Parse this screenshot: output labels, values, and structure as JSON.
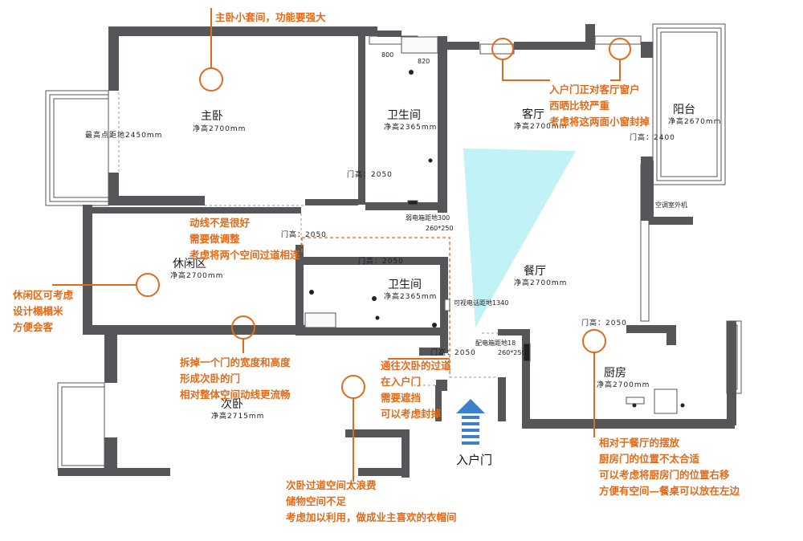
{
  "colors": {
    "wall": "#55565a",
    "annotation": "#e36a1a",
    "arrow": "#3f80cc",
    "window_fill": "#ffffff",
    "lightcone": "#b6f0f5"
  },
  "rooms": {
    "master": {
      "name": "主卧",
      "height": "净高2700mm",
      "max_point": "最高点距地2450mm"
    },
    "bath1": {
      "name": "卫生间",
      "height": "净高2365mm",
      "dim1": "800",
      "dim2": "820"
    },
    "living": {
      "name": "客厅",
      "height": "净高2700mm"
    },
    "balcony": {
      "name": "阳台",
      "height": "净高2670mm"
    },
    "leisure": {
      "name": "休闲区",
      "height": "净高2700mm"
    },
    "bath2": {
      "name": "卫生间",
      "height": "净高2365mm"
    },
    "dining": {
      "name": "餐厅",
      "height": "净高2700mm"
    },
    "second": {
      "name": "次卧",
      "height": "净高2715mm"
    },
    "kitchen": {
      "name": "厨房",
      "height": "净高2700mm"
    }
  },
  "labels": {
    "door_bath1": "门高：2050",
    "door_balcony": "门高：2400",
    "ac_unit": "空调室外机",
    "weak_box": "弱电箱距地300",
    "weak_box_size": "260*250",
    "door_leisure": "门高：2050",
    "door_bath2": "门高：2050",
    "phone": "可视电话距地1340",
    "door_entry": "门高：2050",
    "power_box": "配电箱距地18",
    "power_box_size": "260*250",
    "door_kitchen": "门高：2050",
    "entry": "入户门"
  },
  "annotations": {
    "a1": [
      "主卧小套间，功能要强大"
    ],
    "a2": [
      "入户门正对客厅窗户",
      "西晒比较严重",
      "考虑将这两面小窗封掉"
    ],
    "a3": [
      "动线不是很好",
      "需要做调整",
      "考虑将两个空间过道相连"
    ],
    "a4": [
      "休闲区可考虑",
      "设计榻榻米",
      "方便会客"
    ],
    "a5": [
      "拆掉一个门的宽度和高度",
      "形成次卧的门",
      "相对整体空间动线更流畅"
    ],
    "a6": [
      "通往次卧的过道",
      "在入户门",
      "需要遮挡",
      "可以考虑封掉"
    ],
    "a7": [
      "次卧过道空间太浪费",
      "储物空间不足",
      "考虑加以利用，做成业主喜欢的衣帽间"
    ],
    "a8": [
      "相对于餐厅的摆放",
      "厨房门的位置不太合适",
      "可以考虑将厨房门的位置右移",
      "方便有空间—餐桌可以放在左边"
    ]
  }
}
